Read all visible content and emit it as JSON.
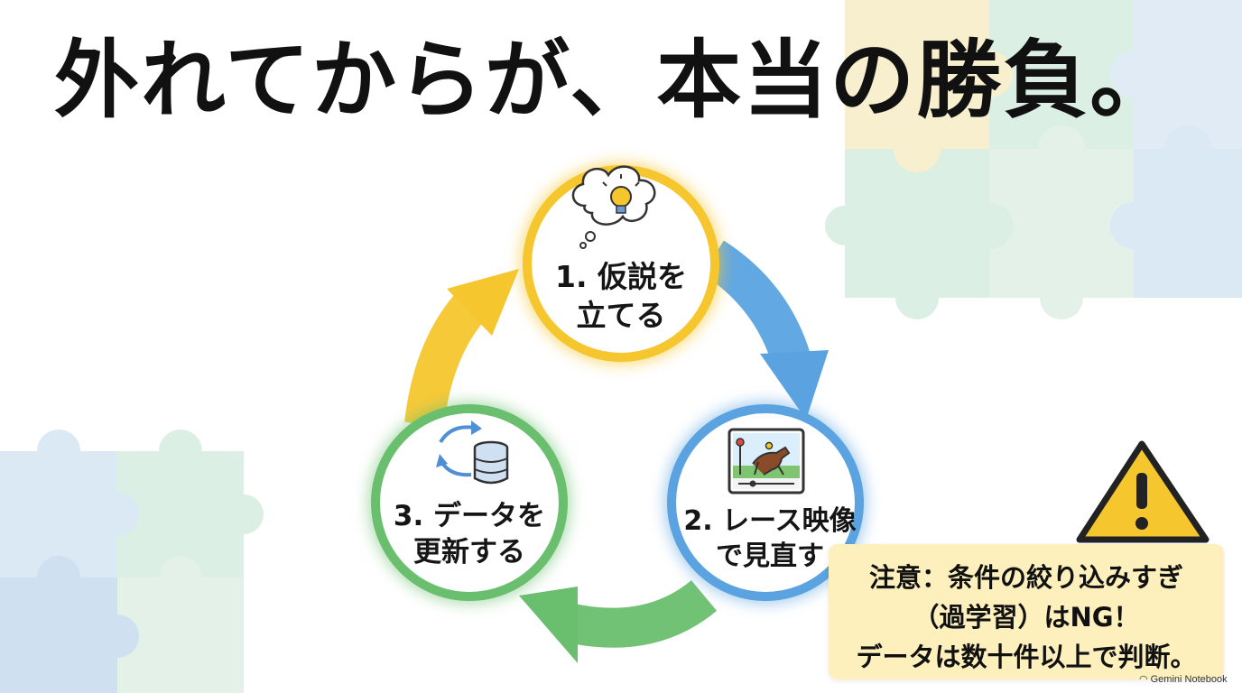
{
  "title": "外れてからが、本当の勝負。",
  "cycle": {
    "steps": [
      {
        "line1": "1. 仮説を",
        "line2": "立てる",
        "icon": "lightbulb-thought-icon",
        "color": "#f6c62e"
      },
      {
        "line1": "2. レース映像",
        "line2": "で見直す",
        "icon": "horse-race-video-icon",
        "color": "#5aa3e0"
      },
      {
        "line1": "3. データを",
        "line2": "更新する",
        "icon": "database-sync-icon",
        "color": "#6abf6e"
      }
    ]
  },
  "warning": {
    "icon": "warning-icon",
    "line1": "注意：条件の絞り込みすぎ",
    "line2": "（過学習）はNG！",
    "line3": "データは数十件以上で判断。"
  },
  "brand": "Gemini Notebook",
  "colors": {
    "yellow": "#f6c62e",
    "blue": "#5aa3e0",
    "green": "#6abf6e",
    "note_bg": "#fdf0bd"
  }
}
